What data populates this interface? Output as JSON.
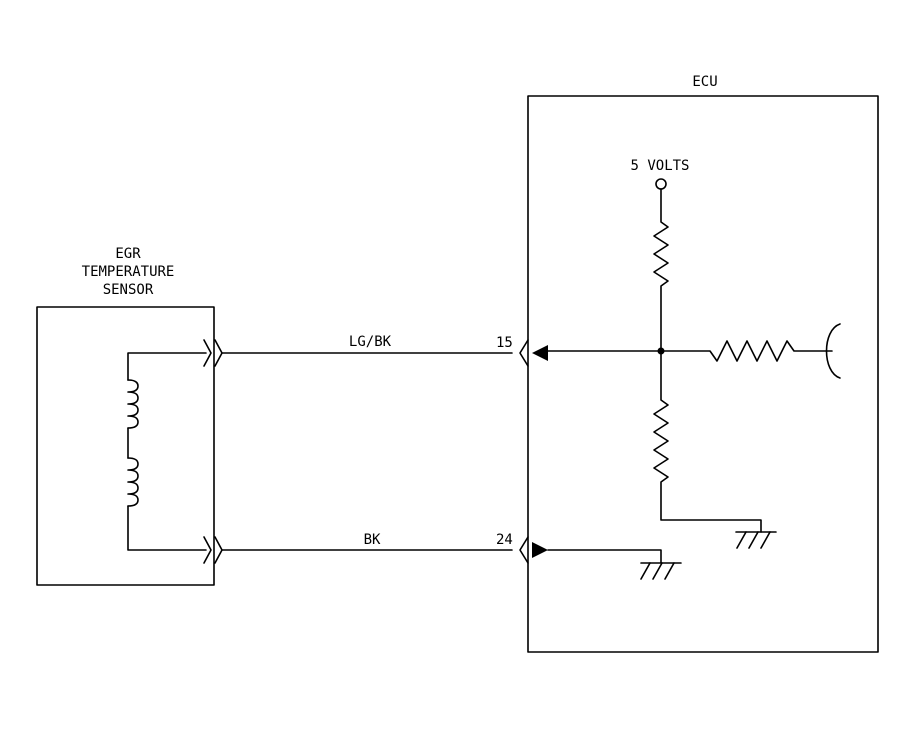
{
  "ecu": {
    "title": "ECU",
    "supply_label": "5 VOLTS"
  },
  "sensor": {
    "title_lines": [
      "EGR",
      "TEMPERATURE",
      "SENSOR"
    ]
  },
  "wires": [
    {
      "color_code": "LG/BK",
      "pin": "15"
    },
    {
      "color_code": "BK",
      "pin": "24"
    }
  ]
}
